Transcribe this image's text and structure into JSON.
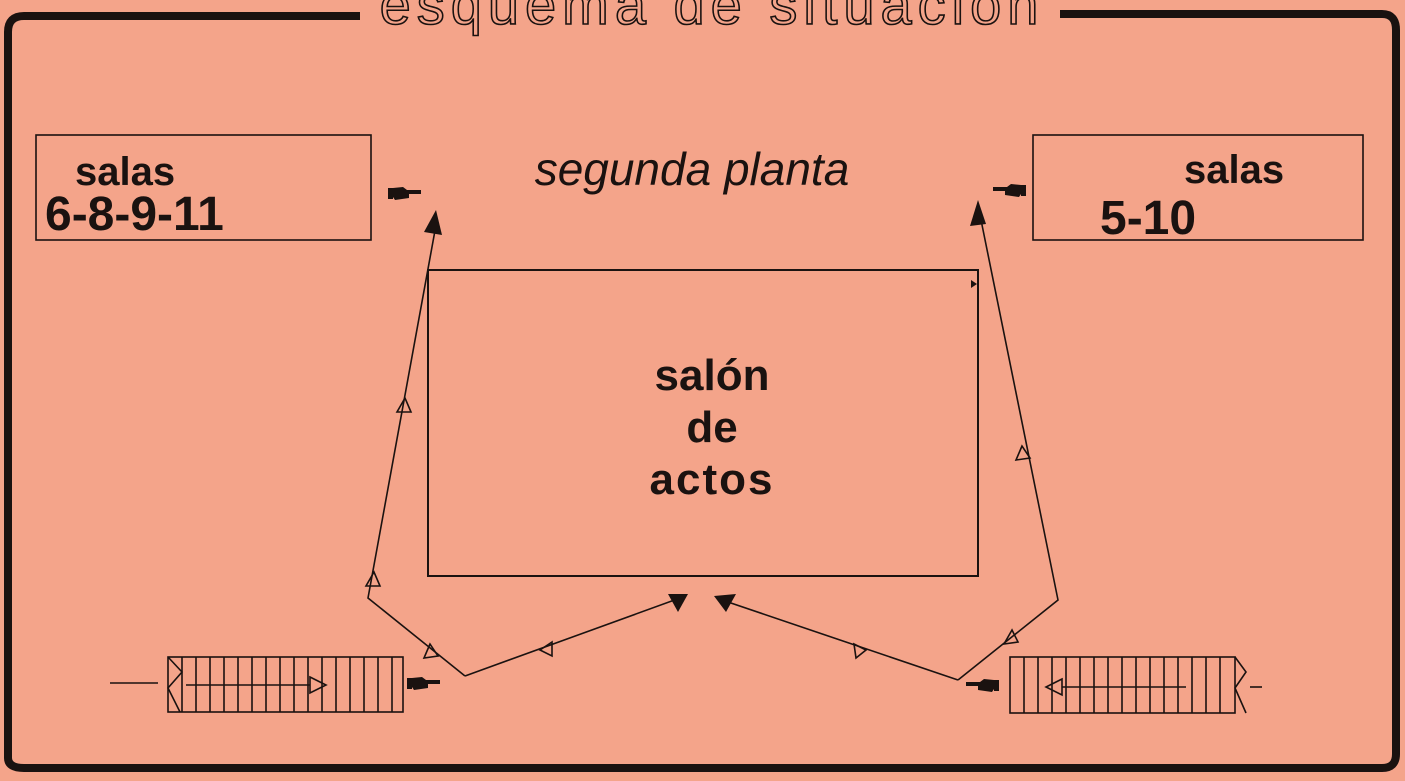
{
  "title": "esquema de situación",
  "floor": "segunda planta",
  "rooms_left": {
    "label": "salas",
    "numbers": "6-8-9-11"
  },
  "rooms_right": {
    "label": "salas",
    "numbers": "5-10"
  },
  "hall": {
    "line1": "salón",
    "line2": "de",
    "line3": "actos"
  },
  "colors": {
    "background": "#f4a48a",
    "ink": "#1a1210"
  },
  "icons": [
    "pointing-hand-icon",
    "arrowhead-icon",
    "stairs-icon"
  ]
}
